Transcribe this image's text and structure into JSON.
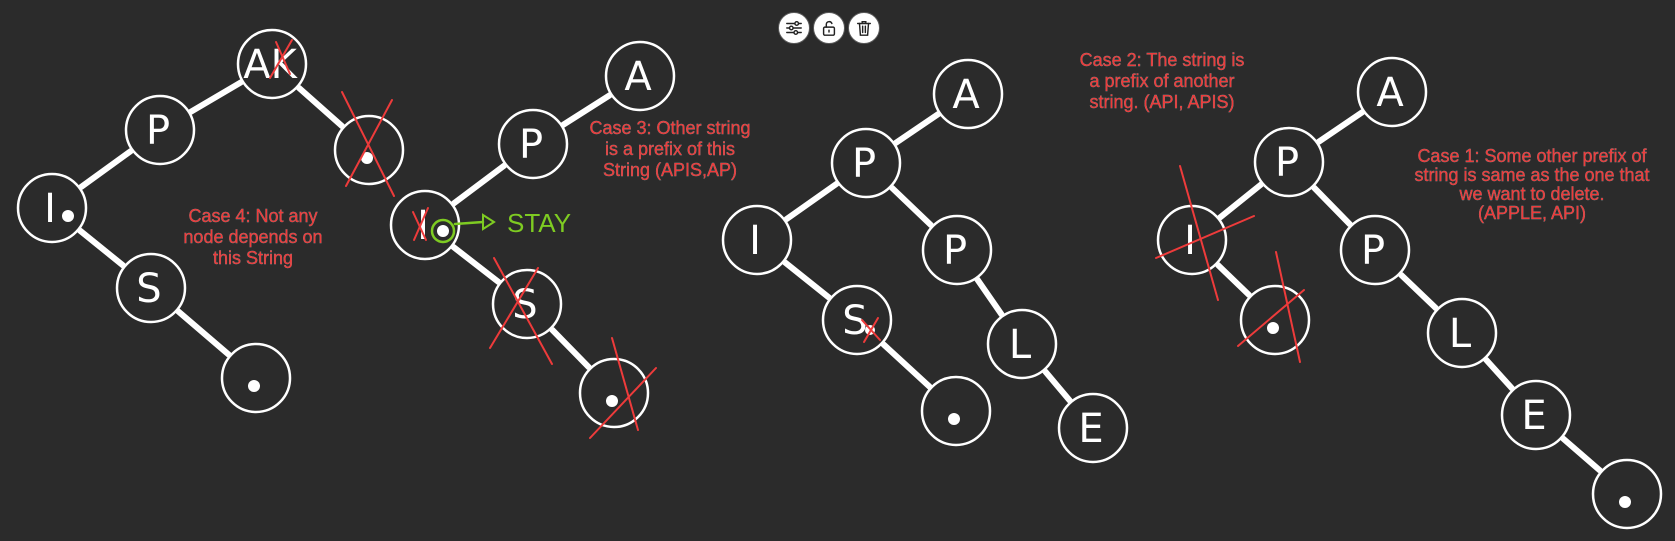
{
  "toolbar": {
    "buttons": [
      {
        "name": "settings-sliders-button",
        "icon": "sliders-icon"
      },
      {
        "name": "unlock-button",
        "icon": "unlock-icon"
      },
      {
        "name": "delete-button",
        "icon": "trash-icon"
      }
    ]
  },
  "colors": {
    "background": "#2b2b2b",
    "node_stroke": "#ffffff",
    "annotation_red": "#ee3b3b",
    "annotation_green": "#7ecb22"
  },
  "stay_label": "STAY",
  "tries": [
    {
      "caption": [
        "Case 4: Not any",
        "node depends on",
        "this String"
      ],
      "nodes": [
        "AK",
        "P",
        "I",
        "S",
        "end",
        "end"
      ]
    },
    {
      "caption": [
        "Case 3: Other string",
        "is a prefix of this",
        "String (APIS,AP)"
      ],
      "nodes": [
        "A",
        "P",
        "I",
        "S",
        "end"
      ]
    },
    {
      "caption": [
        "Case 2: The string is",
        "a prefix of another",
        "string. (API, APIS)"
      ],
      "nodes": [
        "A",
        "P",
        "I",
        "S",
        "end",
        "P",
        "L",
        "E"
      ]
    },
    {
      "caption": [
        "Case 1: Some other prefix of",
        "string is same as the one that",
        "we want to delete.",
        "(APPLE, API)"
      ],
      "nodes": [
        "A",
        "P",
        "I",
        "end",
        "P",
        "L",
        "E",
        "end"
      ]
    }
  ]
}
